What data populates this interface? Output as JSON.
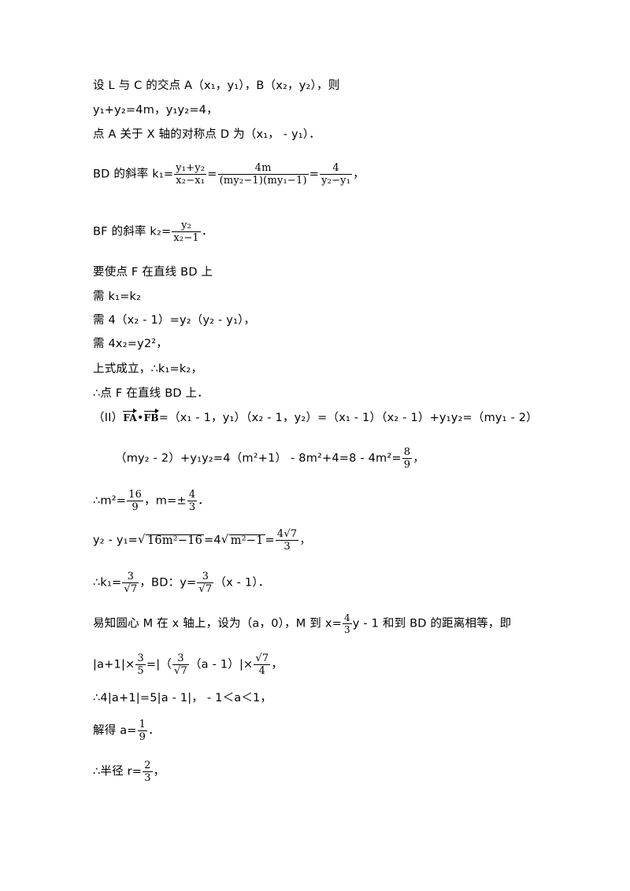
{
  "lines": {
    "l1": "设 L 与 C 的交点 A（x₁，y₁），B（x₂，y₂），则",
    "l2": "y₁+y₂=4m，y₁y₂=4，",
    "l3": "点 A 关于 X 轴的对称点 D 为（x₁， - y₁）．",
    "l4_prefix": "BD 的斜率 k₁=",
    "l4_f1_num": "y₁+y₂",
    "l4_f1_den": "x₂−x₁",
    "l4_eq1": "=",
    "l4_f2_num": "4m",
    "l4_f2_den": "(my₂−1)(my₁−1)",
    "l4_eq2": "=",
    "l4_f3_num": "4",
    "l4_f3_den": "y₂−y₁",
    "l4_end": "，",
    "l5_prefix": "BF 的斜率 k₂=",
    "l5_f_num": "y₂",
    "l5_f_den": "x₂−1",
    "l5_end": "．",
    "l6": "要使点 F 在直线 BD 上",
    "l7": "需 k₁=k₂",
    "l8": "需 4（x₂ - 1）=y₂（y₂ - y₁），",
    "l9": "需 4x₂=y2²，",
    "l10": "上式成立，∴k₁=k₂，",
    "l11": "∴点 F 在直线 BD 上．",
    "l12_prefix": "（II）",
    "l12_vec1": "FA",
    "l12_dot": "•",
    "l12_vec2": "FB",
    "l12_rest": "=（x₁ - 1，y₁）（x₂ - 1，y₂）=（x₁ - 1）（x₂ - 1）+y₁y₂=（my₁ - 2）",
    "l13_text": "（my₂ - 2）+y₁y₂=4（m²+1） - 8m²+4=8 - 4m²=",
    "l13_f_num": "8",
    "l13_f_den": "9",
    "l13_end": "，",
    "l14_a": "∴m²=",
    "l14_f1_num": "16",
    "l14_f1_den": "9",
    "l14_b": "，m=±",
    "l14_f2_num": "4",
    "l14_f2_den": "3",
    "l14_end": "．",
    "l15_a": "y₂ - y₁=",
    "l15_sqrt1": "16m²−16",
    "l15_b": "=4",
    "l15_sqrt2": "m²−1",
    "l15_c": "=",
    "l15_f_num": "4√7",
    "l15_f_den": "3",
    "l15_end": "，",
    "l16_a": "∴k₁=",
    "l16_f1_num": "3",
    "l16_f1_den": "√7",
    "l16_b": "，BD：y=",
    "l16_f2_num": "3",
    "l16_f2_den": "√7",
    "l16_c": "（x - 1）．",
    "l17_a": "易知圆心 M 在 x 轴上，设为（a，0），M 到 x=",
    "l17_f_num": "4",
    "l17_f_den": "3",
    "l17_b": "y - 1 和到 BD 的距离相等，即",
    "l18_a": "|a+1|×",
    "l18_f1_num": "3",
    "l18_f1_den": "5",
    "l18_b": "=|（",
    "l18_f2_num": "3",
    "l18_f2_den": "√7",
    "l18_c": "（a - 1）|×",
    "l18_f3_num": "√7",
    "l18_f3_den": "4",
    "l18_end": "，",
    "l19": "∴4|a+1|=5|a - 1|， - 1＜a＜1，",
    "l20_a": "解得 a=",
    "l20_f_num": "1",
    "l20_f_den": "9",
    "l20_end": "．",
    "l21_a": "∴半径 r=",
    "l21_f_num": "2",
    "l21_f_den": "3",
    "l21_end": "，"
  }
}
